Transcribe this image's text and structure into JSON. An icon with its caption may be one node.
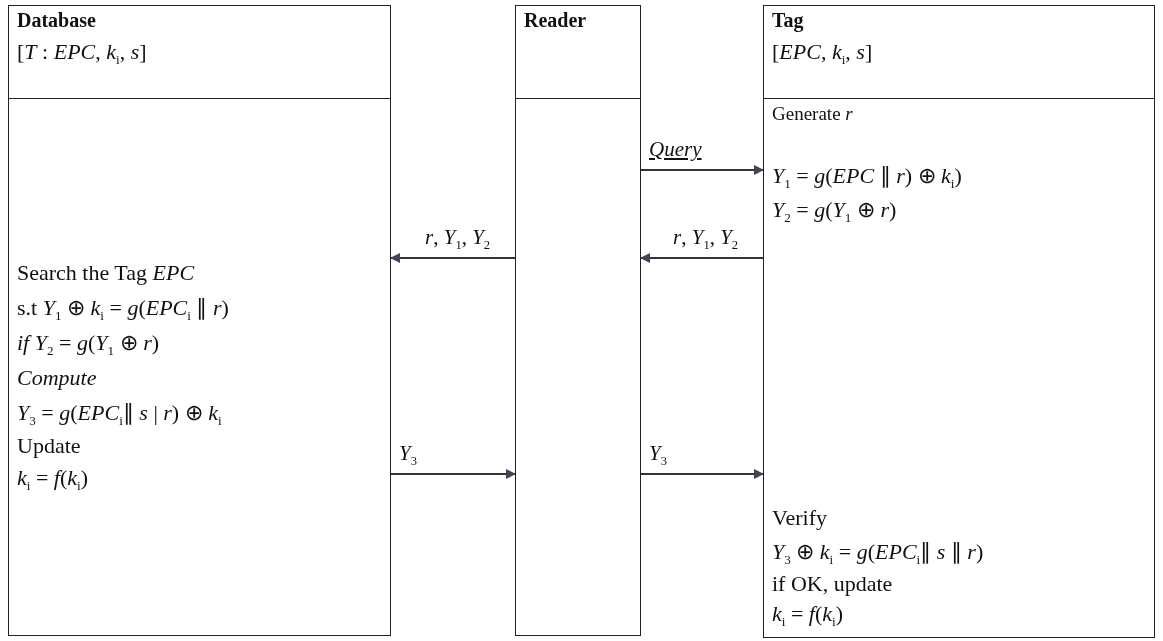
{
  "diagram": {
    "nodes": [
      {
        "text": [
          "Database",
          "[*T* : *EPC*, *k*$_{i}$, *s*]",
          "Search the Tag *EPC*",
          "s.t *Y*$_{1}$ ⊕ *k*$_{i}$ = *g*(*EPC*$_{i}$ ∥ *r*)",
          "*if* *Y*$_{2}$ = *g*(*Y*$_{1}$ ⊕ *r*)",
          "*Compute*",
          "*Y*$_{3}$ = *g*(*EPC*$_{i}$∥ *s* | *r*) ⊕ *k*$_{i}$",
          "Update",
          "*k*$_{i}$ = *f*(*k*$_{i}$)"
        ]
      },
      {
        "text": [
          "Reader"
        ]
      },
      {
        "text": [
          "Tag",
          "[*EPC*, *k*$_{i}$, *s*]",
          "Generate *r*",
          "*Y*$_{1}$ = *g*(*EPC* ∥ *r*) ⊕ *k*$_{i}$)",
          "*Y*$_{2}$ = *g*(*Y*$_{1}$ ⊕ *r*)",
          "Verify",
          "*Y*$_{3}$ ⊕ *k*$_{i}$ = *g*(*EPC*$_{i}$∥ *s* ∥ *r*)",
          "if OK, update",
          "*k*$_{i}$ = *f*(*k*$_{i}$)"
        ]
      }
    ],
    "edges": [
      {
        "from": 1,
        "to": 2,
        "arrow": "to",
        "label": "*Query*"
      },
      {
        "from": 2,
        "to": 1,
        "arrow": "to",
        "label": "*r*, *Y*$_{1}$, *Y*$_{2}$"
      },
      {
        "from": 1,
        "to": 0,
        "arrow": "to",
        "label": "*r*, *Y*$_{1}$, *Y*$_{2}$"
      },
      {
        "from": 0,
        "to": 1,
        "arrow": "to",
        "label": "*Y*$_{3}$"
      },
      {
        "from": 1,
        "to": 2,
        "arrow": "to",
        "label": "*Y*$_{3}$"
      }
    ]
  }
}
